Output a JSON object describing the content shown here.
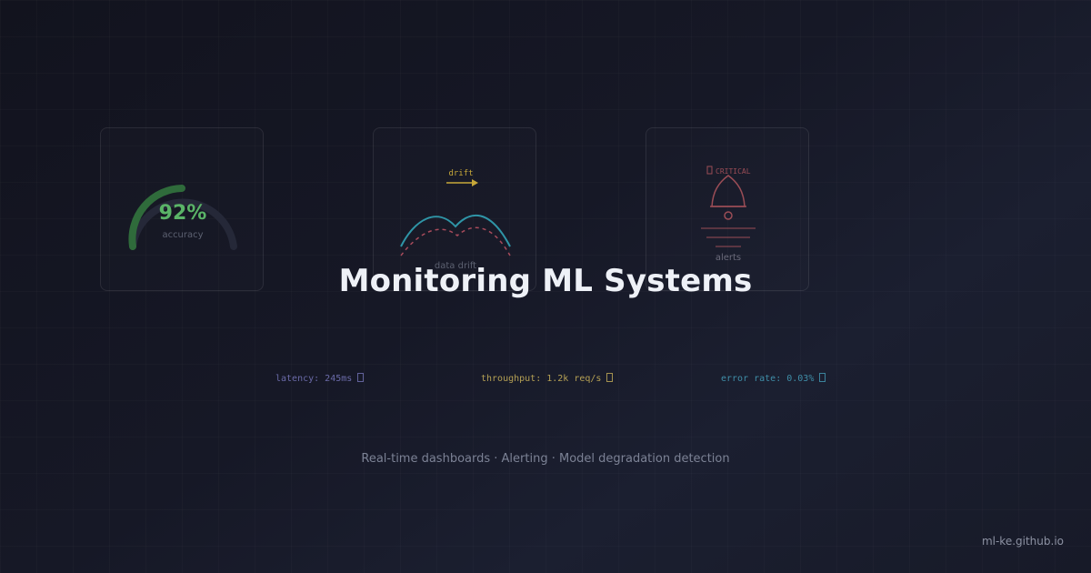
{
  "cards": {
    "accuracy": {
      "value": "92%",
      "label": "accuracy",
      "fraction": 0.92,
      "accent_color": "#5ab467",
      "track_color": "#252838"
    },
    "drift": {
      "arrow_label": "drift",
      "label": "data drift",
      "arrow_color": "#c7a739",
      "solid_curve_color": "#2f95a7",
      "dashed_curve_color": "#a84b5b"
    },
    "alerts": {
      "badge": "CRITICAL",
      "label": "alerts",
      "accent_color": "#9b4d56"
    }
  },
  "title": "Monitoring ML Systems",
  "metrics": {
    "latency": "latency: 245ms",
    "throughput": "throughput: 1.2k req/s",
    "error_rate": "error rate: 0.03%"
  },
  "subtitle": "Real-time dashboards · Alerting · Model degradation detection",
  "site": "ml-ke.github.io"
}
